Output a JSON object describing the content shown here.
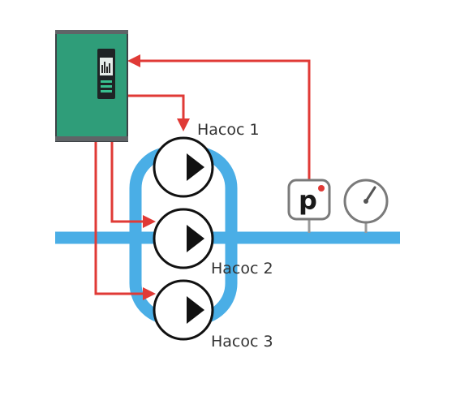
{
  "colors": {
    "pipe": "#4aaee6",
    "signal": "#e03a36",
    "drive_body": "#2f9d79",
    "drive_frame": "#555a5e",
    "pump_stroke": "#111111",
    "sensor_stroke": "#7a7a7a"
  },
  "drive": {
    "icon": "frequency-drive-icon"
  },
  "pumps": [
    {
      "label": "Насос 1",
      "icon": "pump-icon"
    },
    {
      "label": "Насос 2",
      "icon": "pump-icon"
    },
    {
      "label": "Насос 3",
      "icon": "pump-icon"
    }
  ],
  "sensors": {
    "pressure_transducer": {
      "symbol": "p",
      "icon": "pressure-transducer-icon"
    },
    "gauge": {
      "icon": "pressure-gauge-icon"
    }
  }
}
